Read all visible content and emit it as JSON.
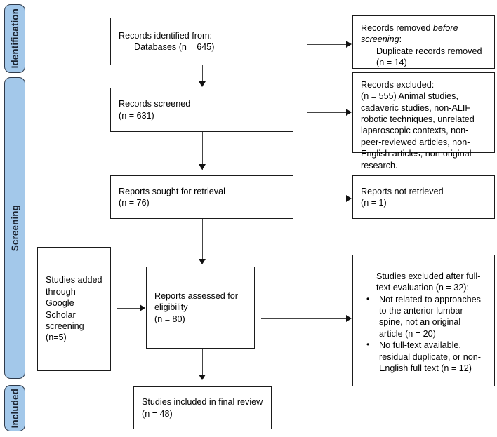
{
  "diagram": {
    "title": "PRISMA flow diagram",
    "accent_color": "#A3C8EA",
    "border_color": "#1b1b1b"
  },
  "phases": [
    {
      "key": "identification",
      "label": "Identification"
    },
    {
      "key": "screening",
      "label": "Screening"
    },
    {
      "key": "included",
      "label": "Included"
    }
  ],
  "boxes": {
    "records_identified": {
      "line1": "Records identified from:",
      "line2": "Databases (n = 645)"
    },
    "records_removed": {
      "line1a": "Records removed ",
      "line1b": "before",
      "line2a": "screening",
      "line2b": ":",
      "line3": "Duplicate records removed (n = 14)"
    },
    "records_screened": {
      "line1": "Records screened",
      "line2": "(n = 631)"
    },
    "records_excluded": {
      "line1": "Records excluded:",
      "line2": "(n = 555) Animal studies, cadaveric studies, non-ALIF robotic techniques, unrelated laparoscopic contexts, non-peer-reviewed articles, non-English articles, non-original research."
    },
    "reports_sought": {
      "line1": "Reports sought for retrieval",
      "line2": "(n = 76)"
    },
    "reports_not_retrieved": {
      "line1": "Reports not retrieved",
      "line2": "(n = 1)"
    },
    "google_scholar": {
      "line1": "Studies added through Google Scholar screening (n=5)"
    },
    "reports_assessed": {
      "line1": "Reports assessed for eligibility",
      "line2": "(n = 80)"
    },
    "studies_excluded": {
      "heading": "Studies excluded after full-text evaluation (n = 32):",
      "bullets": [
        "Not related to approaches to the anterior lumbar spine, not an original article (n = 20)",
        "No full-text available, residual duplicate, or non-English full text (n = 12)"
      ]
    },
    "studies_included": {
      "line1": "Studies included in final review",
      "line2": "(n = 48)"
    }
  }
}
